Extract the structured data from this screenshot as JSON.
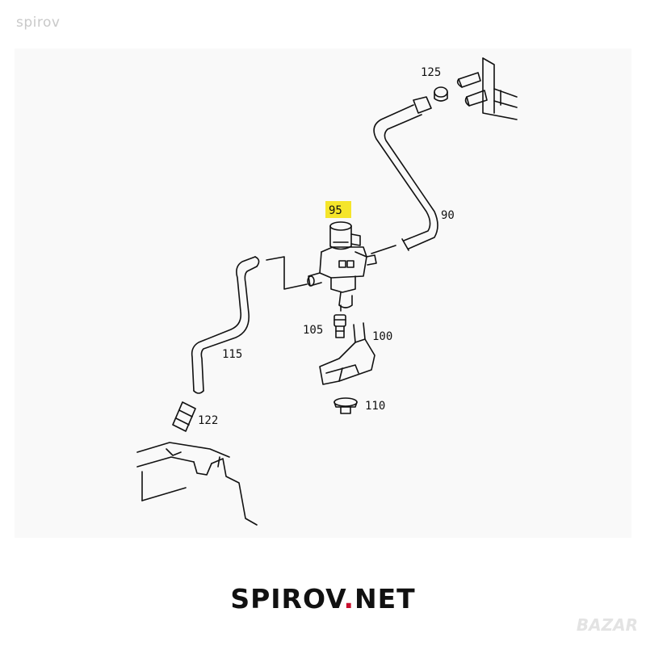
{
  "watermark_top": "spirov",
  "brand": {
    "name": "SPIROV",
    "dot": ".",
    "tld": "NET"
  },
  "watermark_corner": "BAZAR",
  "labels": {
    "p125": "125",
    "p95": "95",
    "p90": "90",
    "p105": "105",
    "p100": "100",
    "p115": "115",
    "p110": "110",
    "p122": "122"
  },
  "colors": {
    "highlight": "#f5e52b",
    "accent": "#c8102e"
  }
}
